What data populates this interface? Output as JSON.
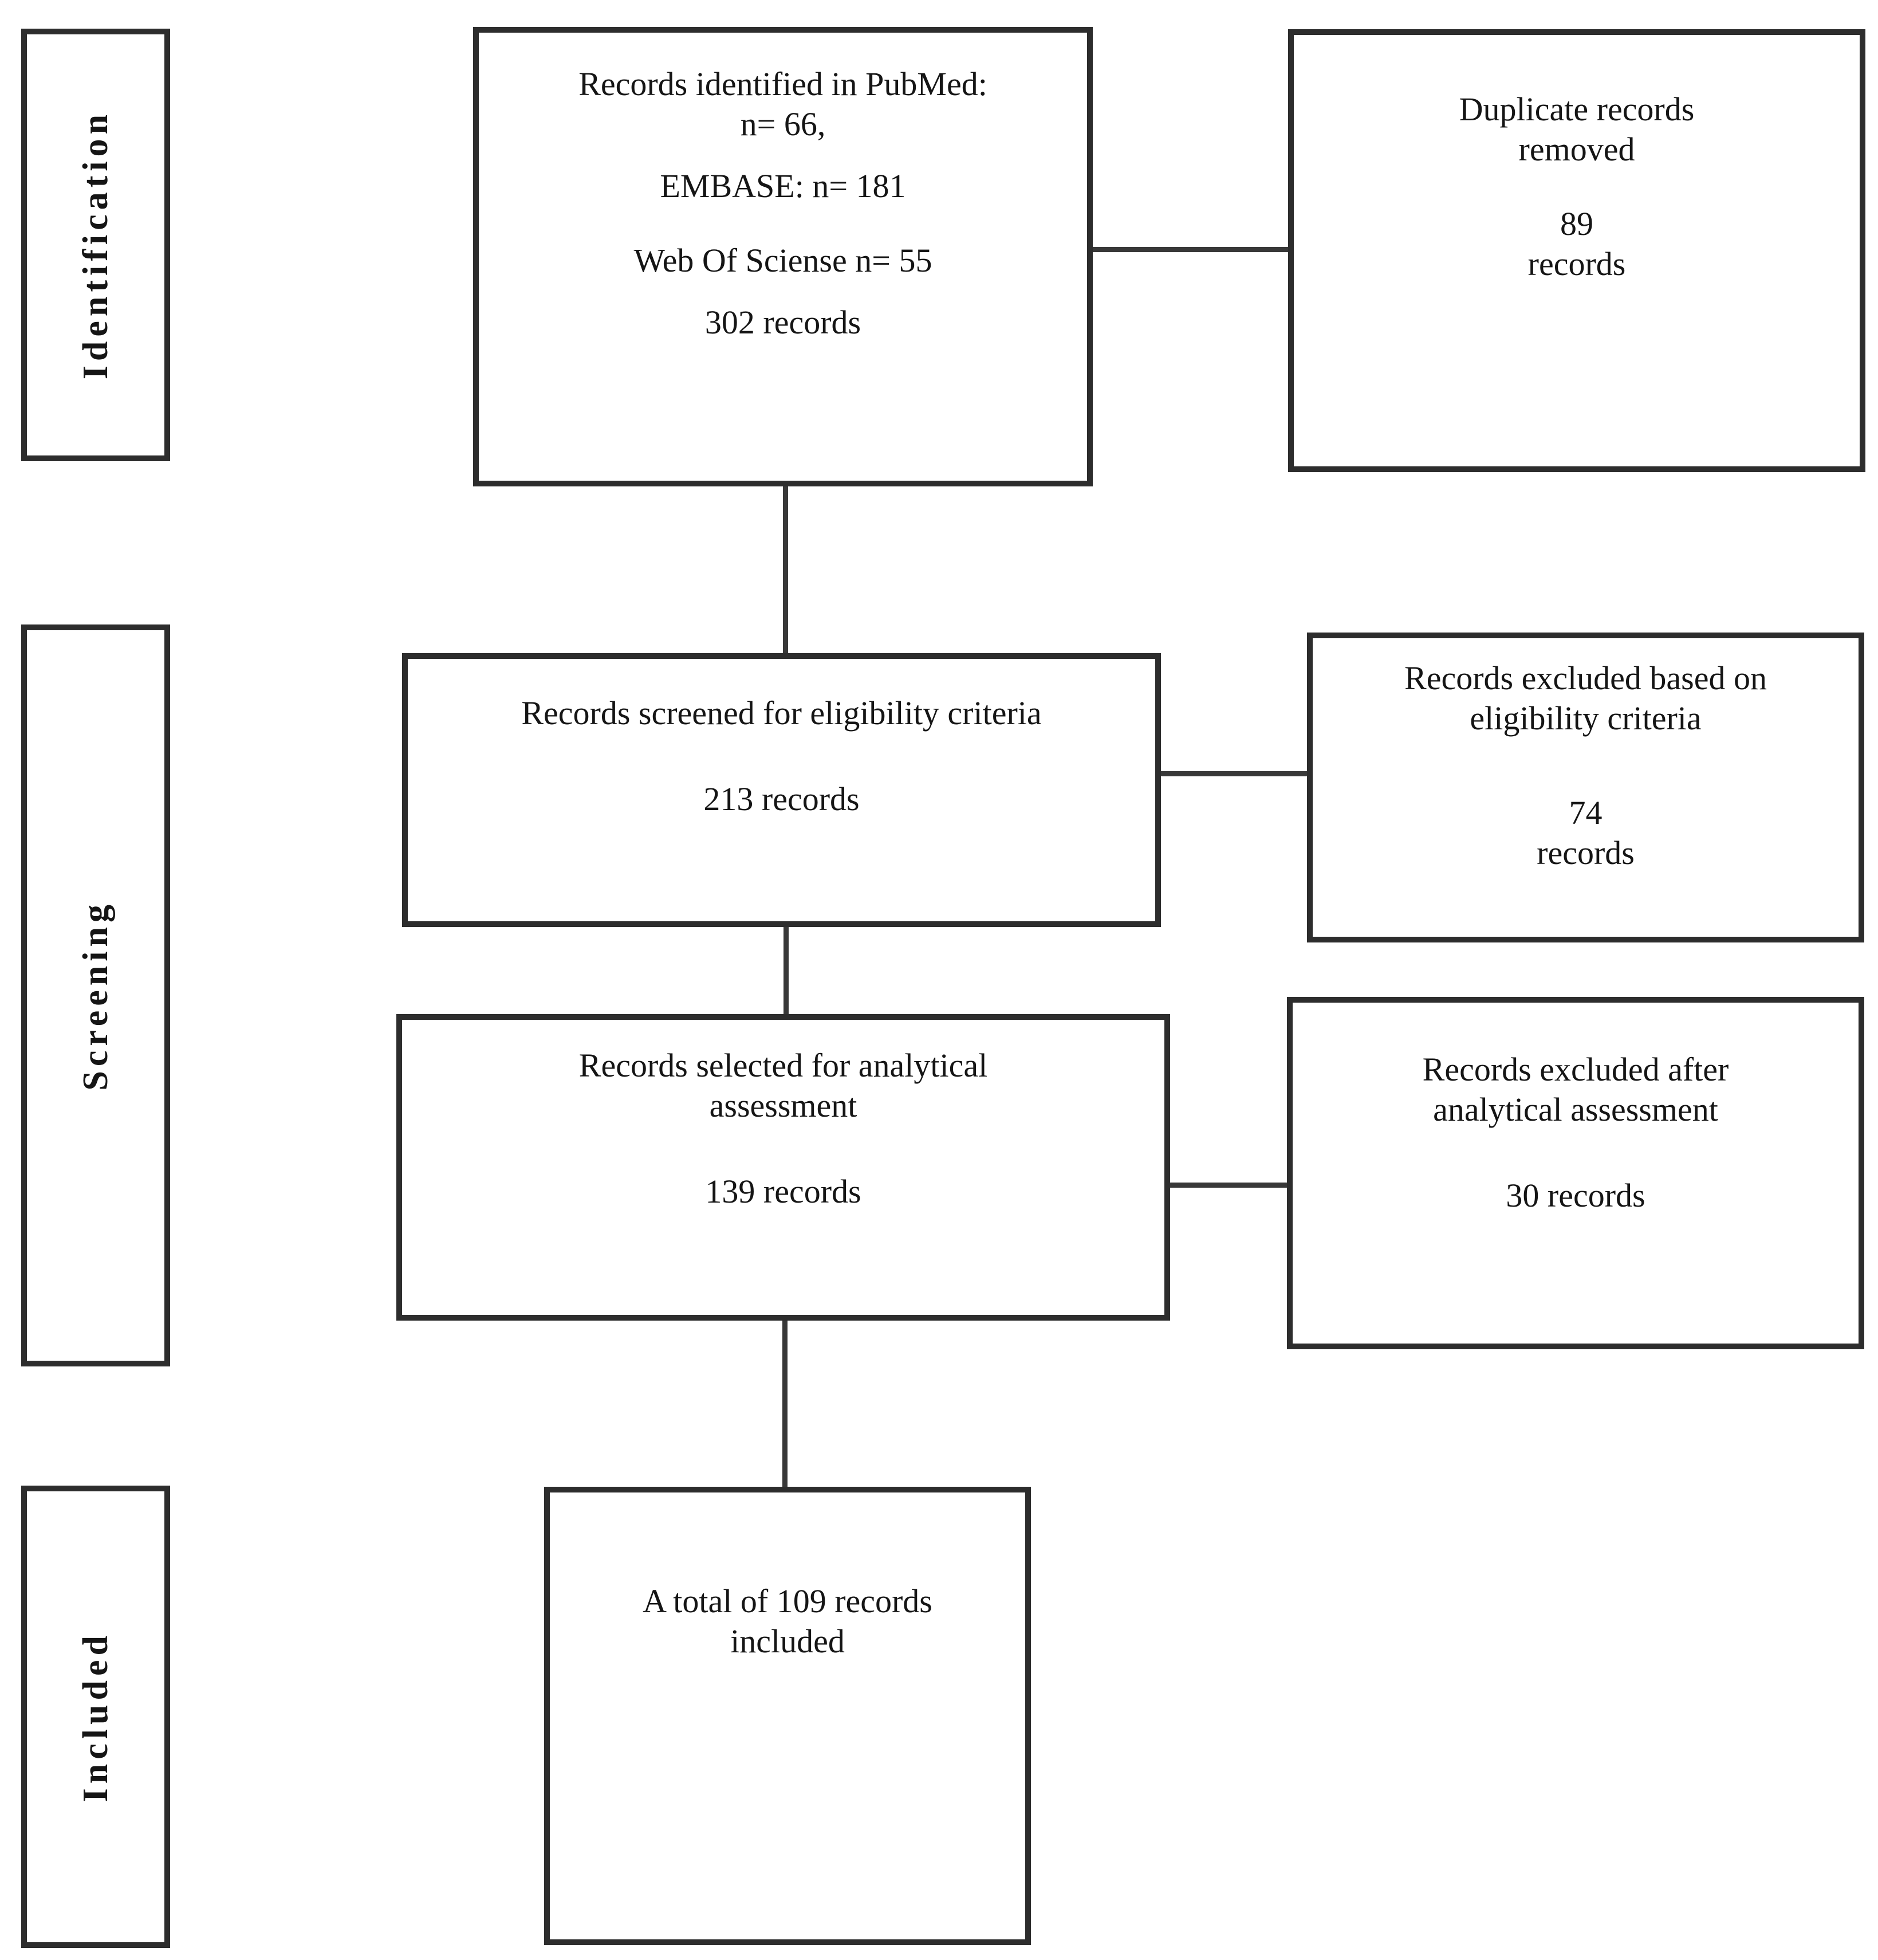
{
  "diagram": {
    "kind": "study-selection-flow"
  },
  "stages": {
    "identification": "Identification",
    "screening": "Screening",
    "included": "Included"
  },
  "boxes": {
    "identified": {
      "line1": "Records identified in PubMed:",
      "line2": "n= 66,",
      "line3": "EMBASE: n= 181",
      "line4": "Web Of Sciense n= 55",
      "line5": "302 records"
    },
    "duplicates": {
      "line1": "Duplicate records",
      "line2": "removed",
      "line3": "89",
      "line4": "records"
    },
    "screened": {
      "line1": "Records screened for eligibility criteria",
      "line2": "213 records"
    },
    "excluded_eligibility": {
      "line1": "Records excluded based on",
      "line2": "eligibility criteria",
      "line3": "74",
      "line4": "records"
    },
    "selected": {
      "line1": "Records selected for analytical",
      "line2": "assessment",
      "line3": "139 records"
    },
    "excluded_analytical": {
      "line1": "Records excluded after",
      "line2": "analytical assessment",
      "line3": "30 records"
    },
    "included_total": {
      "line1": "A total of 109 records",
      "line2": "included"
    }
  }
}
